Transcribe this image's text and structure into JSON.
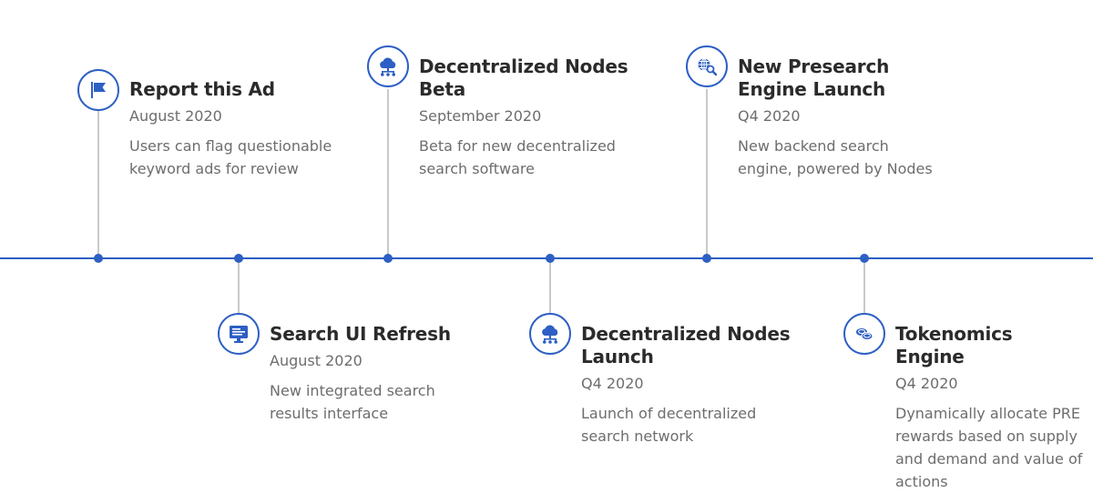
{
  "colors": {
    "accent": "#2d5fc4",
    "stem": "#c9c9c9",
    "title_text": "#2b2b2b",
    "body_text": "#6d6d6d"
  },
  "events": [
    {
      "title": "Report this Ad",
      "date": "August 2020",
      "description": "Users can flag questionable keyword ads for review",
      "icon": "flag-icon"
    },
    {
      "title": "Search UI Refresh",
      "date": "August 2020",
      "description": "New integrated search results interface",
      "icon": "monitor-icon"
    },
    {
      "title": "Decentralized Nodes Beta",
      "date": "September 2020",
      "description": "Beta for new decentralized search software",
      "icon": "cloud-network-icon"
    },
    {
      "title": "Decentralized Nodes Launch",
      "date": "Q4 2020",
      "description": "Launch of decentralized search network",
      "icon": "cloud-network-icon"
    },
    {
      "title": "New Presearch Engine Launch",
      "date": "Q4 2020",
      "description": "New backend search engine, powered by Nodes",
      "icon": "globe-search-icon"
    },
    {
      "title": "Tokenomics Engine",
      "date": "Q4 2020",
      "description": "Dynamically allocate PRE rewards based on supply and demand and value of actions",
      "icon": "coins-icon"
    }
  ]
}
